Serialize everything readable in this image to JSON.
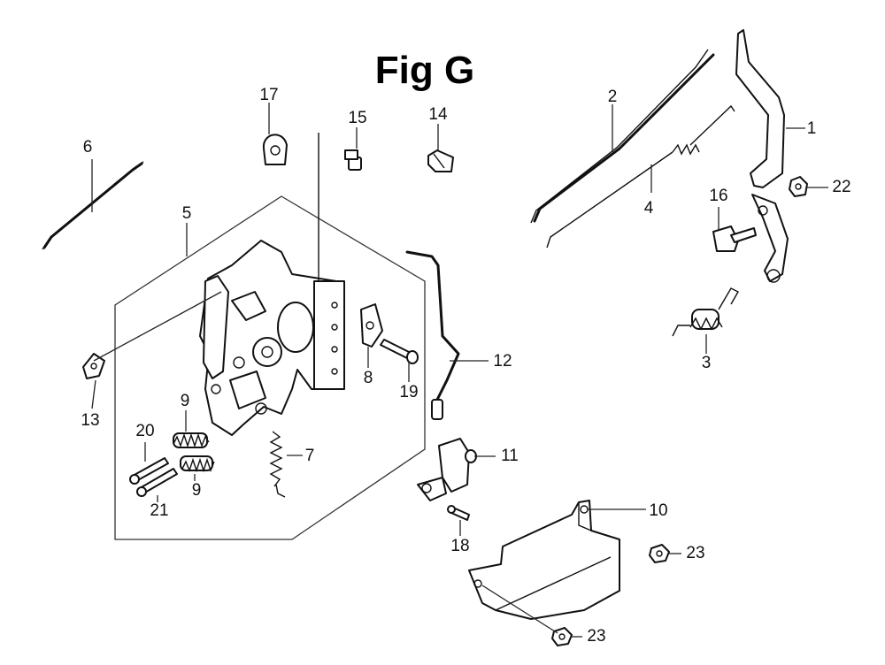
{
  "figure": {
    "title": "Fig G"
  },
  "callouts": [
    {
      "id": "c1",
      "number": "1"
    },
    {
      "id": "c2",
      "number": "2"
    },
    {
      "id": "c3",
      "number": "3"
    },
    {
      "id": "c4",
      "number": "4"
    },
    {
      "id": "c5",
      "number": "5"
    },
    {
      "id": "c6",
      "number": "6"
    },
    {
      "id": "c7",
      "number": "7"
    },
    {
      "id": "c8",
      "number": "8"
    },
    {
      "id": "c9a",
      "number": "9"
    },
    {
      "id": "c9b",
      "number": "9"
    },
    {
      "id": "c10",
      "number": "10"
    },
    {
      "id": "c11",
      "number": "11"
    },
    {
      "id": "c12",
      "number": "12"
    },
    {
      "id": "c13",
      "number": "13"
    },
    {
      "id": "c14",
      "number": "14"
    },
    {
      "id": "c15",
      "number": "15"
    },
    {
      "id": "c16",
      "number": "16"
    },
    {
      "id": "c17",
      "number": "17"
    },
    {
      "id": "c18",
      "number": "18"
    },
    {
      "id": "c19",
      "number": "19"
    },
    {
      "id": "c20",
      "number": "20"
    },
    {
      "id": "c21",
      "number": "21"
    },
    {
      "id": "c22",
      "number": "22"
    },
    {
      "id": "c23a",
      "number": "23"
    },
    {
      "id": "c23b",
      "number": "23"
    }
  ]
}
